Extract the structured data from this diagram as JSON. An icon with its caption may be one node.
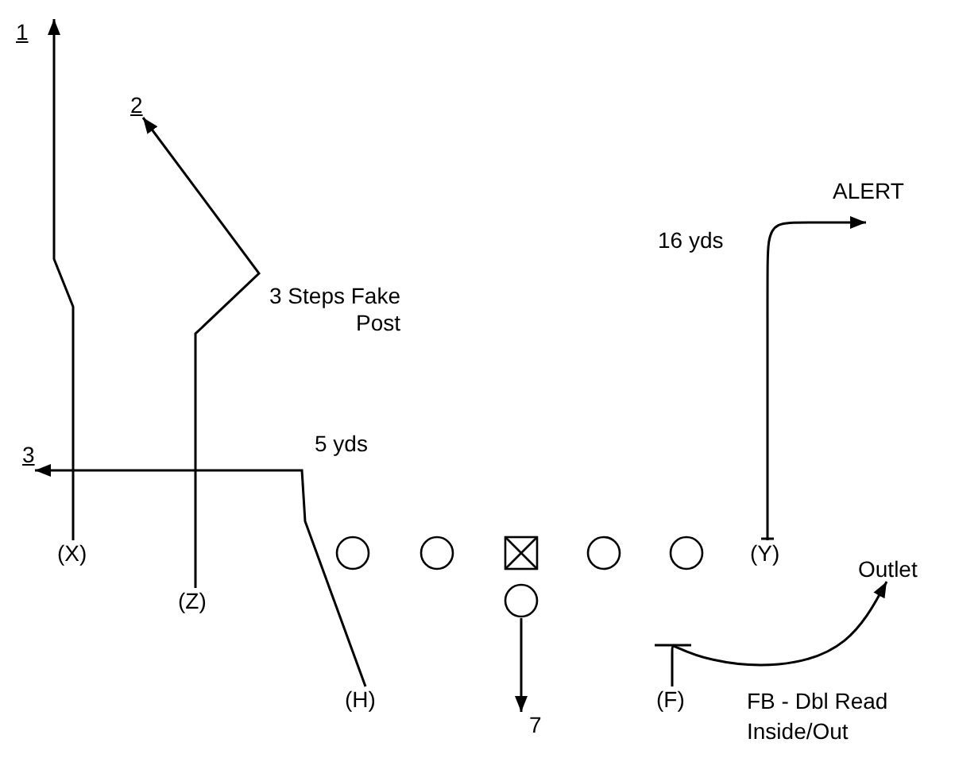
{
  "diagram": {
    "nodes": [
      {
        "text": [
          "1"
        ]
      },
      {
        "text": [
          "2"
        ]
      },
      {
        "text": [
          "ALERT"
        ]
      },
      {
        "text": [
          "3"
        ]
      },
      {
        "text": [
          "(X)"
        ]
      },
      {
        "text": [],
        "shape": "circle"
      },
      {
        "text": [],
        "shape": "circle"
      },
      {
        "text": [],
        "shape": "box"
      },
      {
        "text": [],
        "shape": "circle"
      },
      {
        "text": [],
        "shape": "circle"
      },
      {
        "text": [
          "(Y)"
        ]
      },
      {
        "text": [
          "Outlet"
        ]
      },
      {
        "text": [
          "(Z)"
        ]
      },
      {
        "text": [],
        "shape": "circle"
      },
      {
        "text": [
          "(H)"
        ]
      },
      {
        "text": [
          "(F)"
        ],
        "beside": [
          "FB - Dbl Read Inside/Out"
        ]
      },
      {
        "text": [
          "7"
        ]
      }
    ],
    "edges": [
      {
        "from": 4,
        "to": 0,
        "arrow": "to"
      },
      {
        "from": 12,
        "to": 1,
        "arrow": "to",
        "label": "3 Steps Fake Post"
      },
      {
        "from": 14,
        "to": 3,
        "arrow": "to",
        "label": "5 yds"
      },
      {
        "from": 10,
        "to": 2,
        "arrow": "to",
        "label": "16 yds"
      },
      {
        "from": 13,
        "to": 16,
        "arrow": "to"
      },
      {
        "from": 15,
        "to": 11,
        "arrow": "to"
      }
    ]
  }
}
